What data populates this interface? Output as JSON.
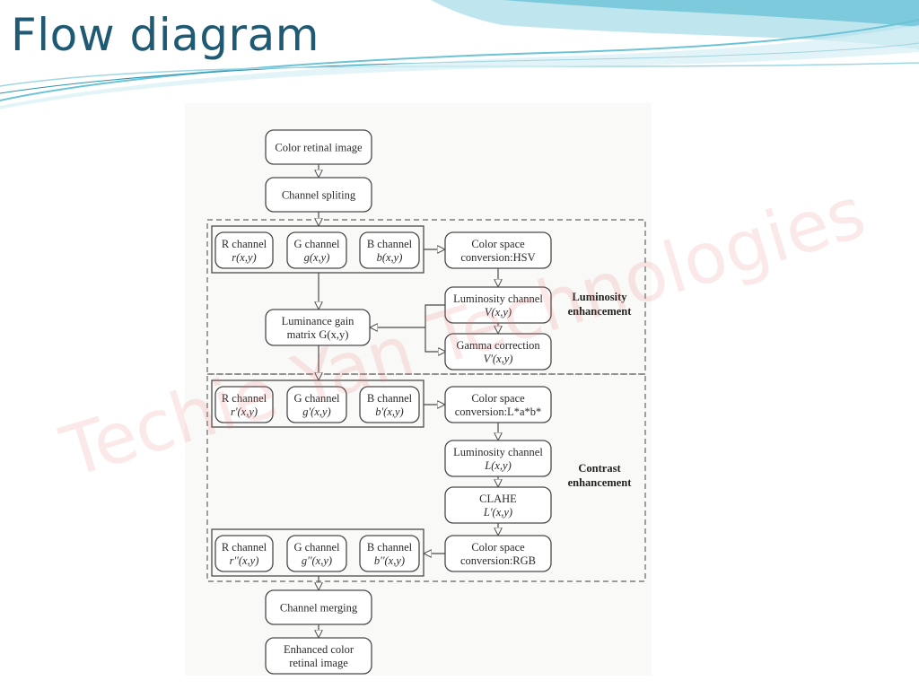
{
  "slide": {
    "title": "Flow diagram",
    "colors": {
      "title": "#1e5a73",
      "swoosh_light": "#bfe6ef",
      "swoosh_mid": "#6cc3d6",
      "swoosh_dark": "#2b93ad",
      "watermark": "#e66e6e"
    }
  },
  "watermark": "Techie Yan Technologies",
  "diagram": {
    "nodes": [
      {
        "id": "color_retinal_image",
        "lines": [
          "Color retinal image"
        ]
      },
      {
        "id": "channel_spliting",
        "lines": [
          "Channel spliting"
        ]
      },
      {
        "id": "r_channel_1",
        "lines": [
          "R channel",
          "r(x,y)"
        ]
      },
      {
        "id": "g_channel_1",
        "lines": [
          "G channel",
          "g(x,y)"
        ]
      },
      {
        "id": "b_channel_1",
        "lines": [
          "B channel",
          "b(x,y)"
        ]
      },
      {
        "id": "hsv_conversion",
        "lines": [
          "Color space",
          "conversion:HSV"
        ]
      },
      {
        "id": "luminosity_v",
        "lines": [
          "Luminosity channel",
          "V(x,y)"
        ]
      },
      {
        "id": "luminance_gain",
        "lines": [
          "Luminance gain",
          "matrix  G(x,y)"
        ]
      },
      {
        "id": "gamma_correction",
        "lines": [
          "Gamma correction",
          "V'(x,y)"
        ]
      },
      {
        "id": "r_channel_2",
        "lines": [
          "R channel",
          "r'(x,y)"
        ]
      },
      {
        "id": "g_channel_2",
        "lines": [
          "G channel",
          "g'(x,y)"
        ]
      },
      {
        "id": "b_channel_2",
        "lines": [
          "B channel",
          "b'(x,y)"
        ]
      },
      {
        "id": "lab_conversion",
        "lines": [
          "Color space",
          "conversion:L*a*b*"
        ]
      },
      {
        "id": "luminosity_l",
        "lines": [
          "Luminosity channel",
          "L(x,y)"
        ]
      },
      {
        "id": "clahe",
        "lines": [
          "CLAHE",
          "L'(x,y)"
        ]
      },
      {
        "id": "r_channel_3",
        "lines": [
          "R channel",
          "r''(x,y)"
        ]
      },
      {
        "id": "g_channel_3",
        "lines": [
          "G channel",
          "g''(x,y)"
        ]
      },
      {
        "id": "b_channel_3",
        "lines": [
          "B channel",
          "b''(x,y)"
        ]
      },
      {
        "id": "rgb_conversion",
        "lines": [
          "Color space",
          "conversion:RGB"
        ]
      },
      {
        "id": "channel_merging",
        "lines": [
          "Channel merging"
        ]
      },
      {
        "id": "enhanced_image",
        "lines": [
          "Enhanced color",
          "retinal image"
        ]
      }
    ],
    "regions": [
      {
        "id": "luminosity_enhancement",
        "label": [
          "Luminosity",
          "enhancement"
        ]
      },
      {
        "id": "contrast_enhancement",
        "label": [
          "Contrast",
          "enhancement"
        ]
      }
    ]
  }
}
